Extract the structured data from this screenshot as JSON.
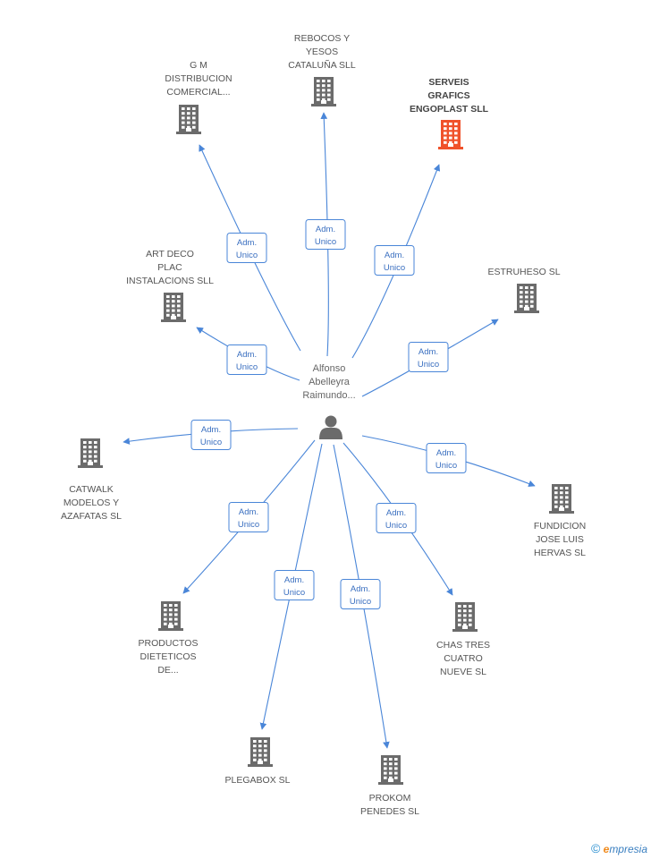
{
  "colors": {
    "edge": "#4a86d8",
    "company": "#6b6b6b",
    "company_highlight": "#f0522b",
    "person": "#6b6b6b"
  },
  "center": {
    "name_lines": [
      "Alfonso",
      "Abelleyra",
      "Raimundo..."
    ],
    "icon": "person-icon"
  },
  "companies": [
    {
      "id": "gm",
      "lines": [
        "G M",
        "DISTRIBUCION",
        "COMERCIAL..."
      ],
      "highlight": false,
      "role": [
        "Adm.",
        "Unico"
      ]
    },
    {
      "id": "rebocos",
      "lines": [
        "REBOCOS Y",
        "YESOS",
        "CATALUÑA SLL"
      ],
      "highlight": false,
      "role": [
        "Adm.",
        "Unico"
      ]
    },
    {
      "id": "serveis",
      "lines": [
        "SERVEIS",
        "GRAFICS",
        "ENGOPLAST SLL"
      ],
      "highlight": true,
      "role": [
        "Adm.",
        "Unico"
      ]
    },
    {
      "id": "estruheso",
      "lines": [
        "ESTRUHESO SL"
      ],
      "highlight": false,
      "role": [
        "Adm.",
        "Unico"
      ]
    },
    {
      "id": "artdeco",
      "lines": [
        "ART DECO",
        "PLAC",
        "INSTALACIONS SLL"
      ],
      "highlight": false,
      "role": [
        "Adm.",
        "Unico"
      ]
    },
    {
      "id": "catwalk",
      "lines": [
        "CATWALK",
        "MODELOS Y",
        "AZAFATAS SL"
      ],
      "highlight": false,
      "role": [
        "Adm.",
        "Unico"
      ]
    },
    {
      "id": "fundicion",
      "lines": [
        "FUNDICION",
        "JOSE LUIS",
        "HERVAS SL"
      ],
      "highlight": false,
      "role": [
        "Adm.",
        "Unico"
      ]
    },
    {
      "id": "productos",
      "lines": [
        "PRODUCTOS",
        "DIETETICOS",
        "DE..."
      ],
      "highlight": false,
      "role": [
        "Adm.",
        "Unico"
      ]
    },
    {
      "id": "chas",
      "lines": [
        "CHAS TRES",
        "CUATRO",
        "NUEVE SL"
      ],
      "highlight": false,
      "role": [
        "Adm.",
        "Unico"
      ]
    },
    {
      "id": "plegabox",
      "lines": [
        "PLEGABOX SL"
      ],
      "highlight": false,
      "role": [
        "Adm.",
        "Unico"
      ]
    },
    {
      "id": "prokom",
      "lines": [
        "PROKOM",
        "PENEDES SL"
      ],
      "highlight": false,
      "role": [
        "Adm.",
        "Unico"
      ]
    }
  ],
  "footer": {
    "copyright": "©",
    "brand_initial": "e",
    "brand_rest": "mpresia"
  }
}
